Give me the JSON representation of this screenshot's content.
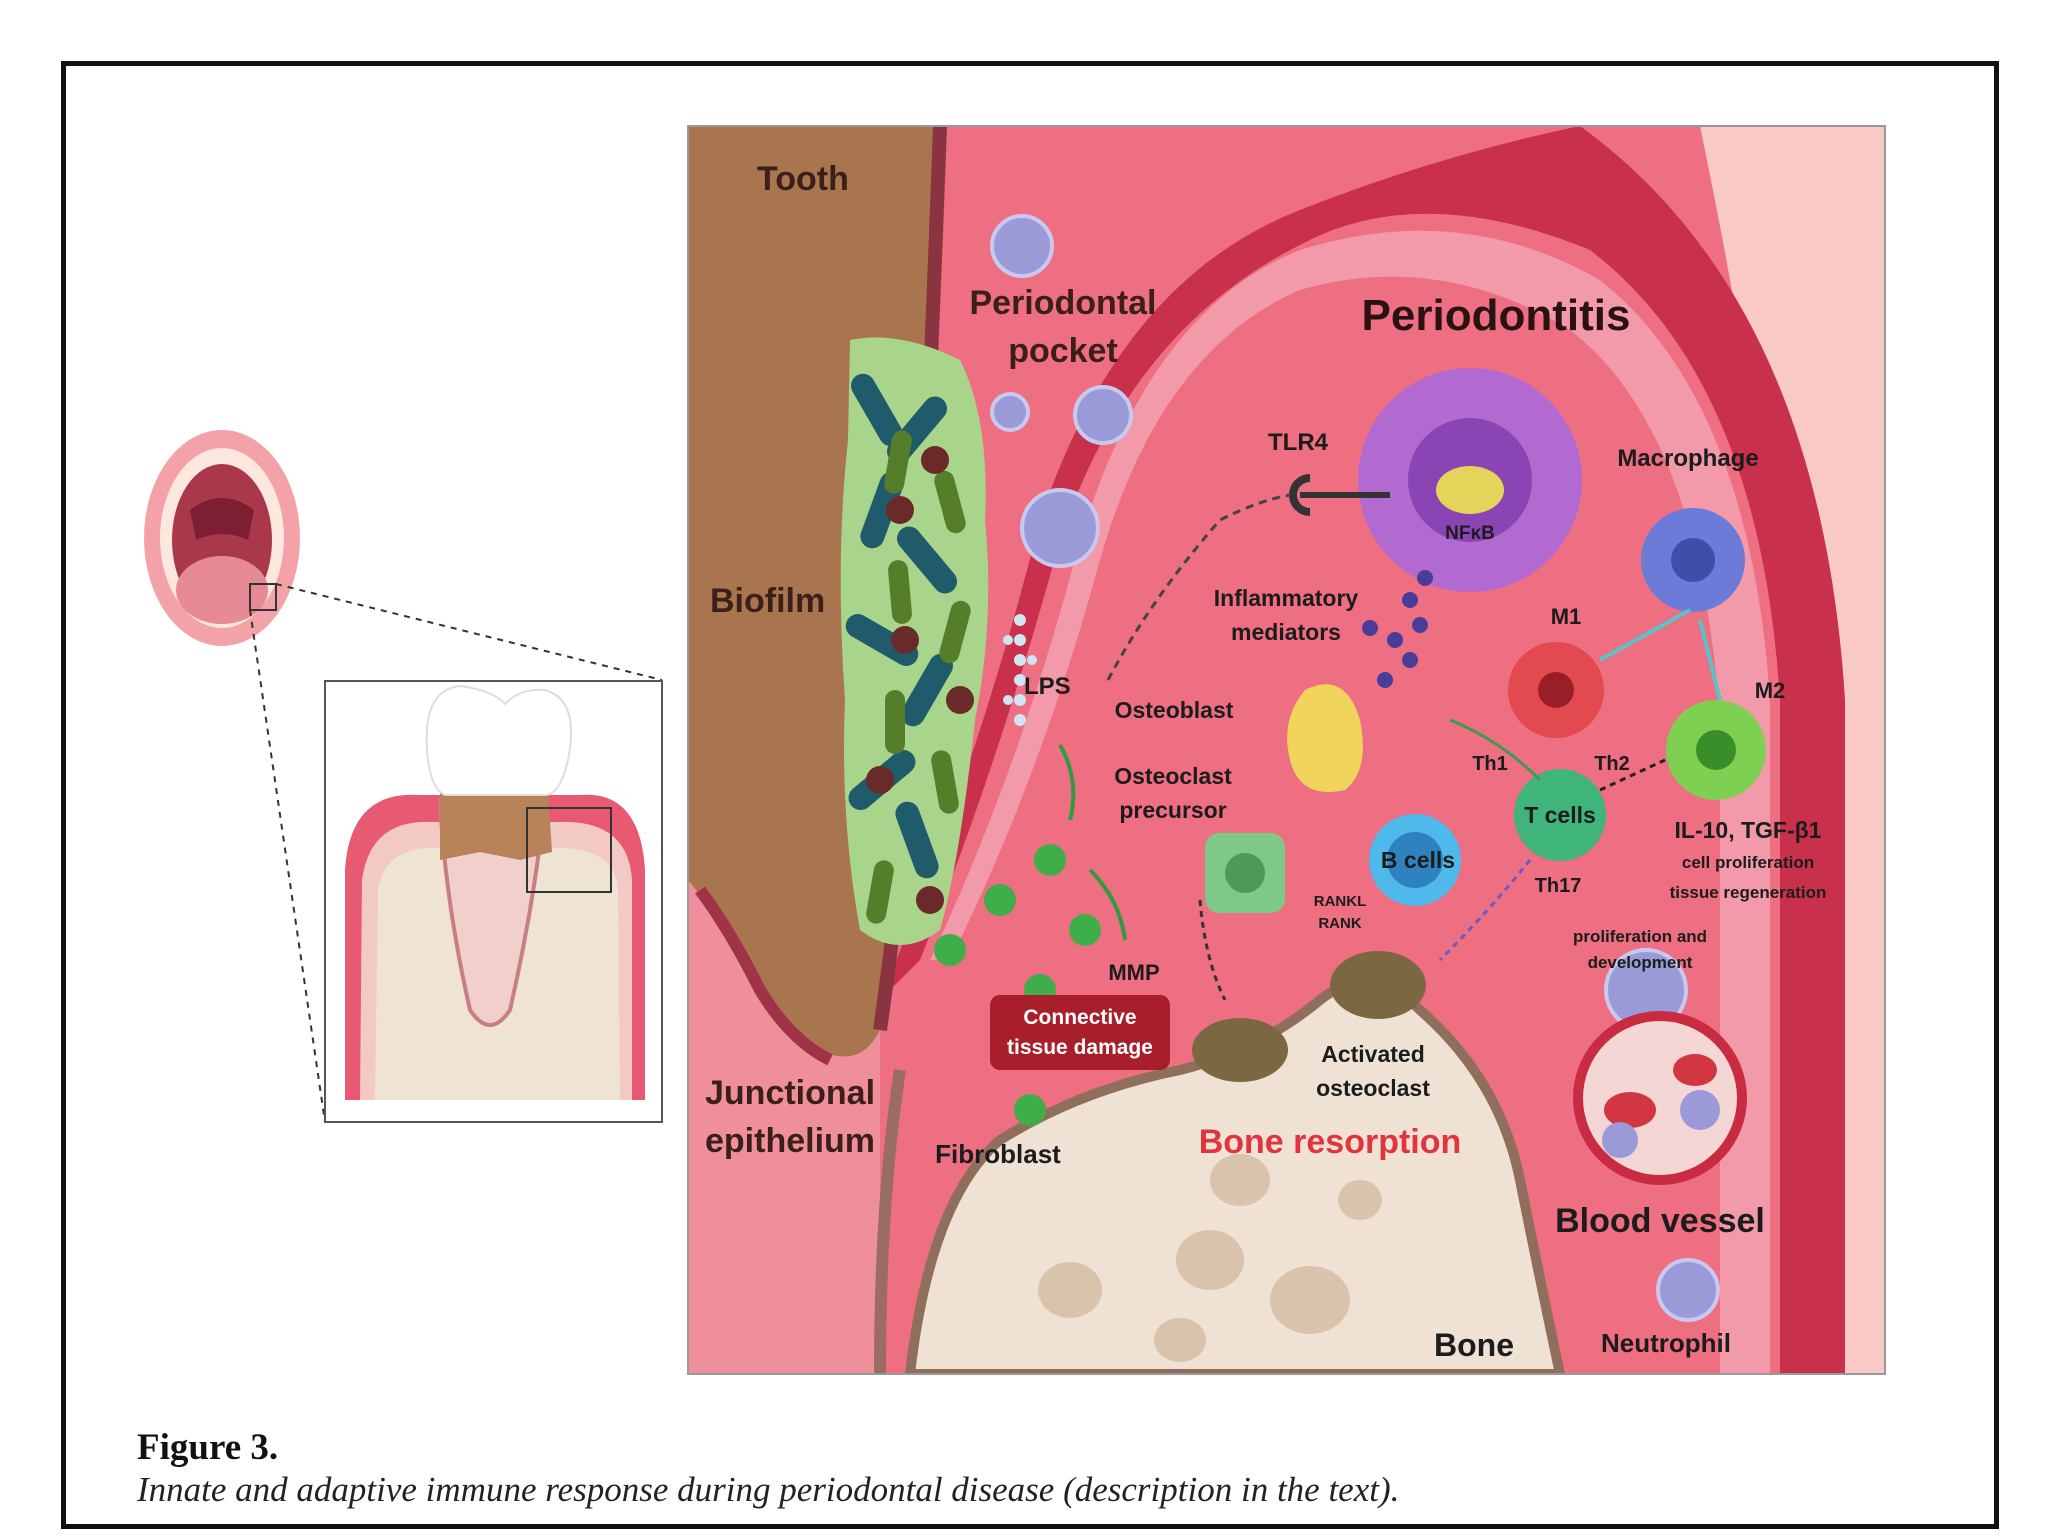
{
  "figure": {
    "number": "Figure 3.",
    "caption": "Innate and adaptive immune response during periodontal disease (description in the text)."
  },
  "labels": {
    "tooth": "Tooth",
    "periodontal_pocket_1": "Periodontal",
    "periodontal_pocket_2": "pocket",
    "periodontitis": "Periodontitis",
    "biofilm": "Biofilm",
    "lps": "LPS",
    "tlr4": "TLR4",
    "nfkb": "NFκB",
    "macrophage": "Macrophage",
    "m1": "M1",
    "m2": "M2",
    "inflammatory_1": "Inflammatory",
    "inflammatory_2": "mediators",
    "osteoblast": "Osteoblast",
    "osteoclast_precursor_1": "Osteoclast",
    "osteoclast_precursor_2": "precursor",
    "th1": "Th1",
    "th2": "Th2",
    "th17": "Th17",
    "t_cells": "T cells",
    "b_cells": "B cells",
    "rankl": "RANKL",
    "rank": "RANK",
    "il10": "IL-10, TGF-β1",
    "cell_prolif": "cell proliferation",
    "tissue_regen": "tissue regeneration",
    "prolif_dev_1": "proliferation and",
    "prolif_dev_2": "development",
    "mmp": "MMP",
    "connective_1": "Connective",
    "connective_2": "tissue damage",
    "activated_1": "Activated",
    "activated_2": "osteoclast",
    "bone_resorption": "Bone resorption",
    "junctional_1": "Junctional",
    "junctional_2": "epithelium",
    "fibroblast": "Fibroblast",
    "blood_vessel": "Blood vessel",
    "neutrophil": "Neutrophil",
    "bone": "Bone"
  }
}
